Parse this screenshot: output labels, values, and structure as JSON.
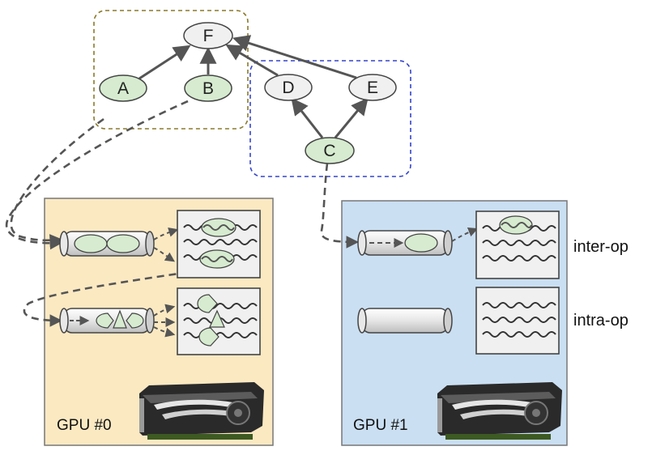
{
  "graph": {
    "nodes": [
      {
        "id": "F",
        "label": "F",
        "fill": "#f0f0f0"
      },
      {
        "id": "A",
        "label": "A",
        "fill": "#d6ebcf"
      },
      {
        "id": "B",
        "label": "B",
        "fill": "#d6ebcf"
      },
      {
        "id": "D",
        "label": "D",
        "fill": "#f0f0f0"
      },
      {
        "id": "E",
        "label": "E",
        "fill": "#f0f0f0"
      },
      {
        "id": "C",
        "label": "C",
        "fill": "#d6ebcf"
      }
    ],
    "edges": [
      {
        "from": "A",
        "to": "F"
      },
      {
        "from": "B",
        "to": "F"
      },
      {
        "from": "D",
        "to": "F"
      },
      {
        "from": "E",
        "to": "F"
      },
      {
        "from": "C",
        "to": "D"
      },
      {
        "from": "C",
        "to": "E"
      }
    ],
    "partitions": [
      {
        "nodes": [
          "F",
          "A",
          "B"
        ],
        "color": "#8a7a2a"
      },
      {
        "nodes": [
          "D",
          "E",
          "C"
        ],
        "color": "#3344cc"
      }
    ]
  },
  "gpus": [
    {
      "label": "GPU #0",
      "color": "#fbe9c2"
    },
    {
      "label": "GPU #1",
      "color": "#cadff2"
    }
  ],
  "rows": {
    "inter_op": "inter-op",
    "intra_op": "intra-op"
  },
  "colors": {
    "op_green": "#d6ebcf",
    "edge": "#555555",
    "panel": "#f0f0f0"
  }
}
